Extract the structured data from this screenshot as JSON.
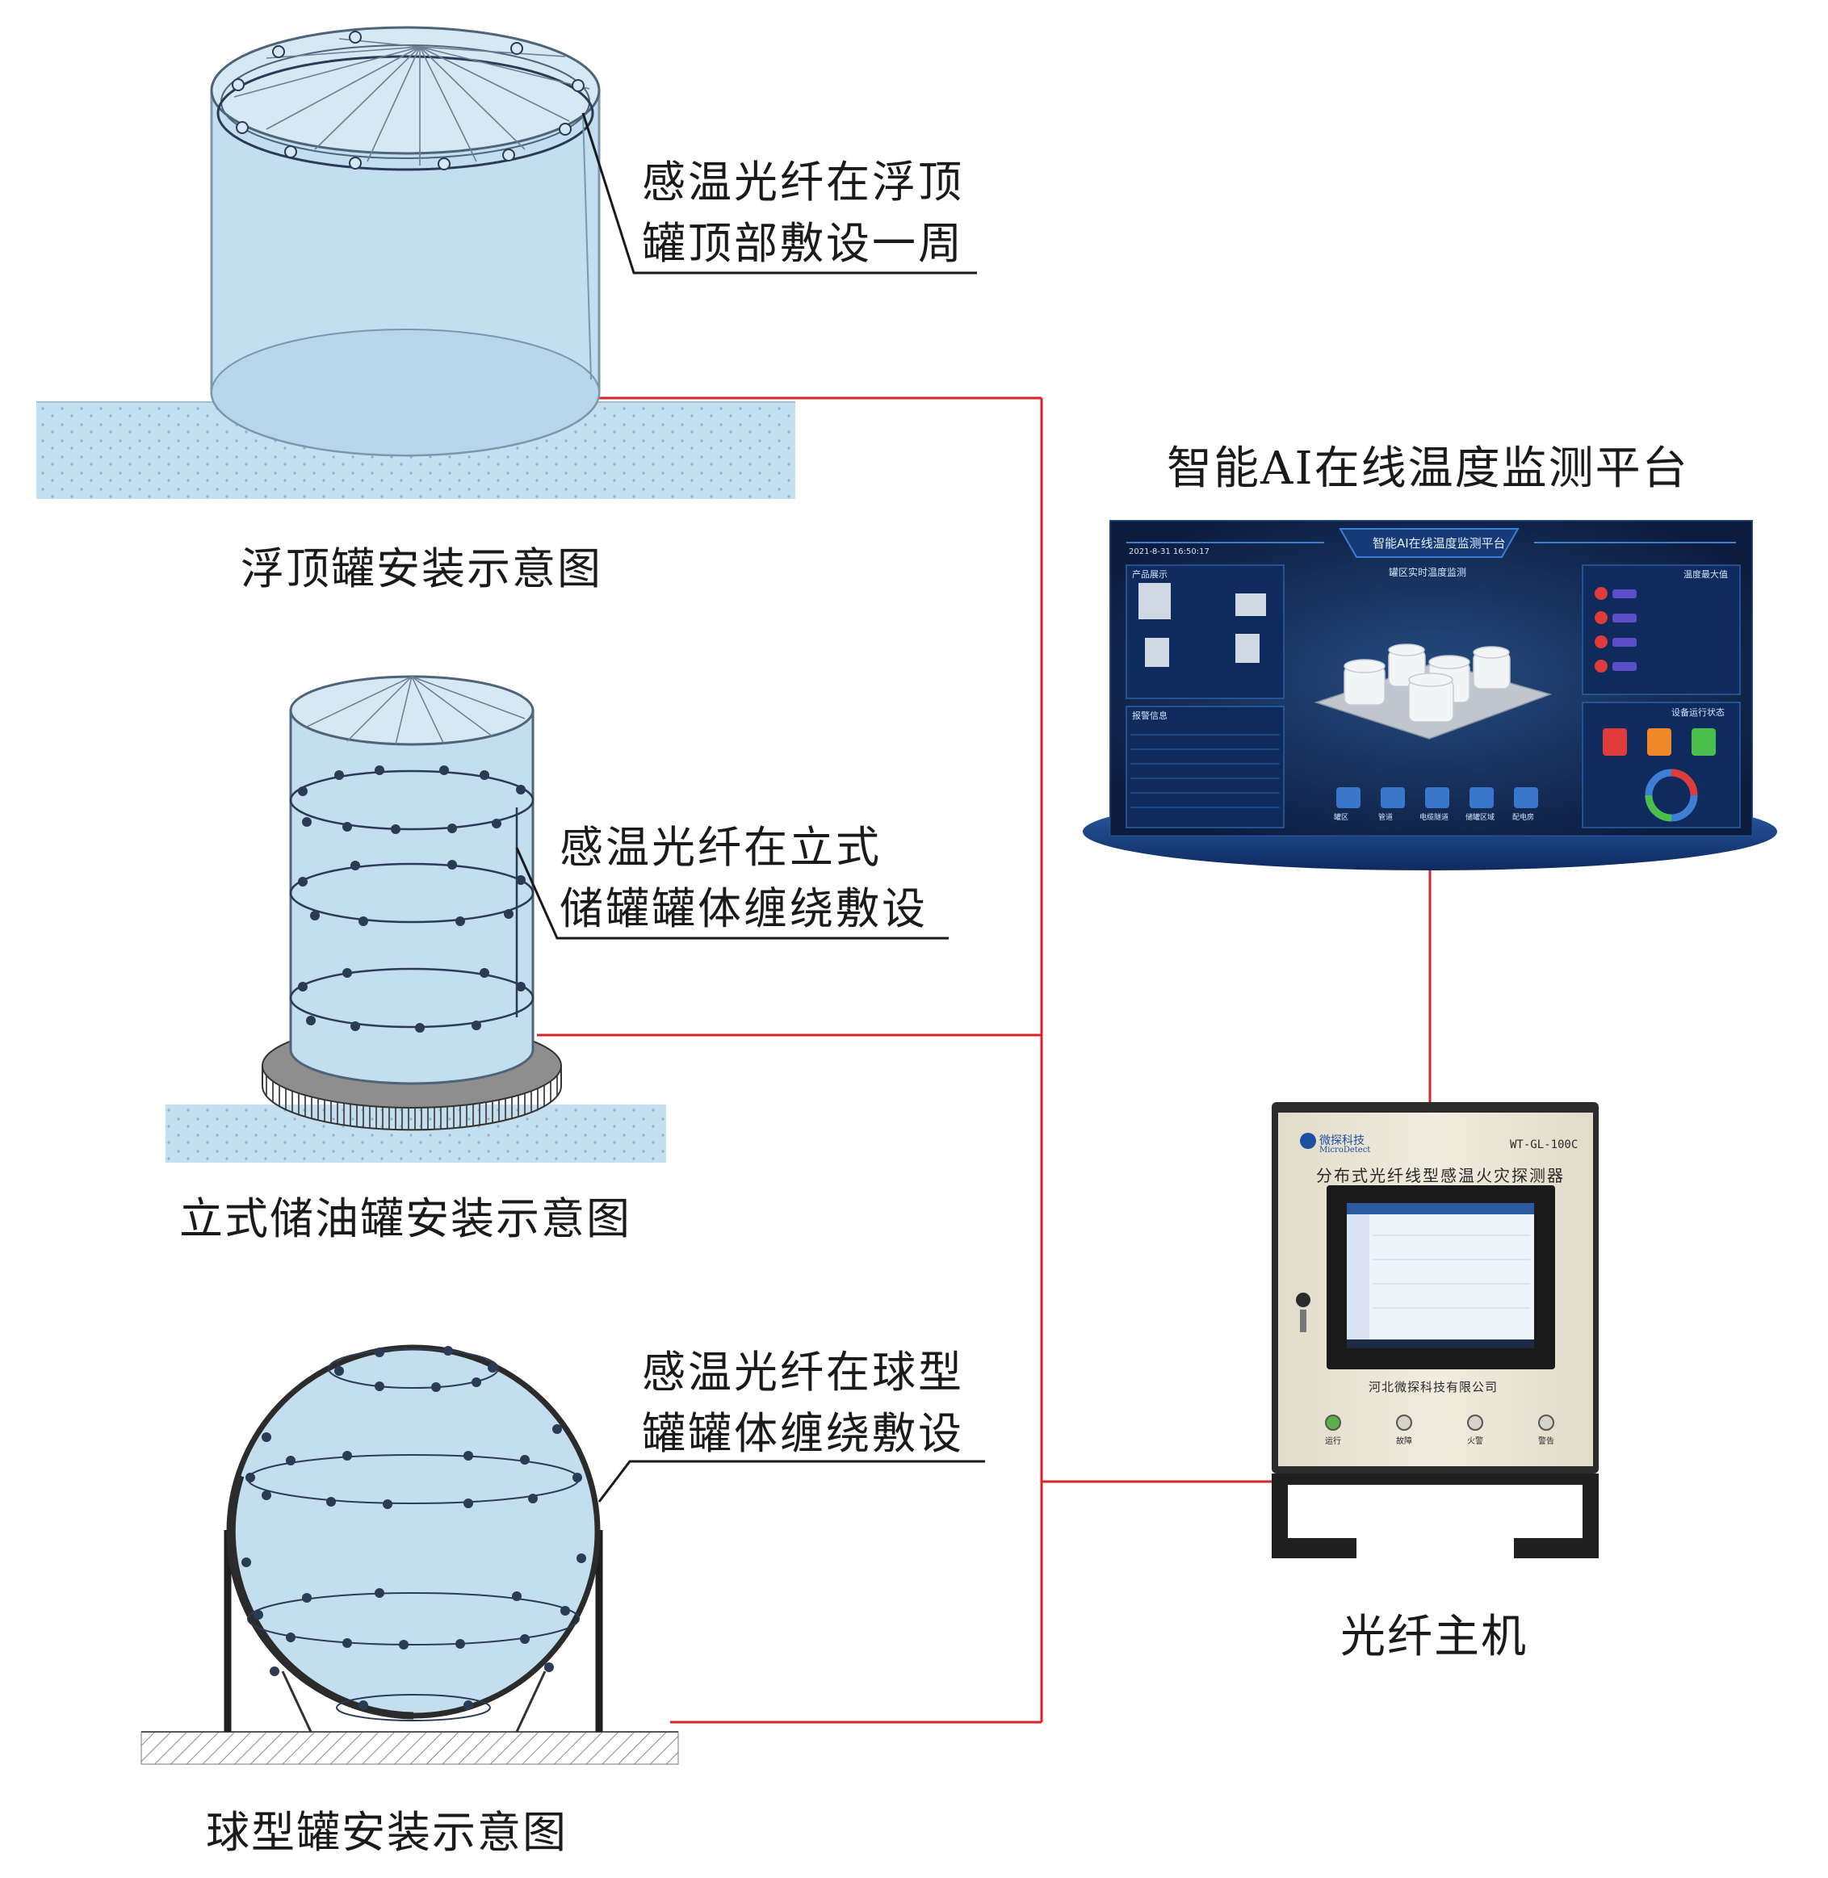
{
  "floating_tank": {
    "caption": "浮顶罐安装示意图",
    "annotation_line1": "感温光纤在浮顶",
    "annotation_line2": "罐顶部敷设一周"
  },
  "vertical_tank": {
    "caption": "立式储油罐安装示意图",
    "annotation_line1": "感温光纤在立式",
    "annotation_line2": "储罐罐体缠绕敷设"
  },
  "spherical_tank": {
    "caption": "球型罐安装示意图",
    "annotation_line1": "感温光纤在球型",
    "annotation_line2": "罐罐体缠绕敷设"
  },
  "platform": {
    "title": "智能AI在线温度监测平台",
    "screen_title": "智能AI在线温度监测平台",
    "screen_timestamp": "2021-8-31 16:50:17",
    "center_heading": "罐区实时温度监测",
    "panel_products": "产品展示",
    "panel_alarms": "报警信息",
    "panel_stats": "温度最大值",
    "panel_device": "设备运行状态",
    "nav_items": [
      "罐区",
      "管道",
      "电缆隧道",
      "储罐区域",
      "配电房"
    ]
  },
  "host": {
    "caption": "光纤主机",
    "brand_cn": "微探科技",
    "brand_en": "MicroDetect",
    "model": "WT-GL-100C",
    "product_name": "分布式光纤线型感温火灾探测器",
    "company": "河北微探科技有限公司",
    "indicators": [
      "运行",
      "故障",
      "火警",
      "警告"
    ]
  },
  "colors": {
    "connector_line": "#d8232a",
    "tank_fill": "#c3deef",
    "tank_stroke": "#7a97ad",
    "fiber": "#2b3a55",
    "ground": "#c4dff0",
    "screen_bg": "#0d1f45",
    "cabinet_face": "#e9e3d3",
    "cabinet_frame": "#2b2b2b"
  }
}
